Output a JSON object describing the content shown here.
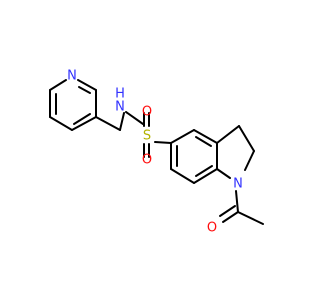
{
  "molecule": {
    "atoms": {
      "pyridine_n": "N",
      "sulfonamide_n": "N",
      "sulfonamide_h": "H",
      "sulfur": "S",
      "sulfonyl_o_top": "O",
      "sulfonyl_o_bottom": "O",
      "indoline_n": "N",
      "carbonyl_o": "O"
    },
    "colors": {
      "bond": "#000000",
      "nitrogen": "#3232ff",
      "oxygen": "#ff0d0d",
      "sulfur": "#b3b300"
    }
  }
}
